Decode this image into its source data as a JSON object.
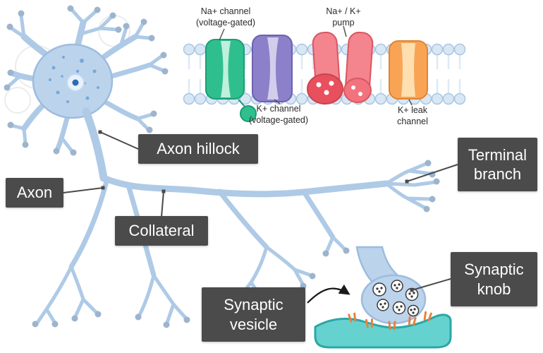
{
  "part_labels": {
    "axon_hillock": "Axon hillock",
    "axon": "Axon",
    "collateral": "Collateral",
    "terminal_branch": "Terminal\nbranch",
    "synaptic_vesicle": "Synaptic\nvesicle",
    "synaptic_knob": "Synaptic\nknob"
  },
  "membrane_inset": {
    "na_channel_label": "Na+ channel\n(voltage-gated)",
    "k_channel_label": "K+ channel\n(voltage-gated)",
    "pump_label": "Na+ / K+\npump",
    "k_leak_label": "K+ leak\nchannel"
  },
  "colors": {
    "neuron_fill": "#bcd3ec",
    "neuron_stroke": "#9dbcde",
    "branch_line": "#aecae6",
    "branch_tip": "#9db4cd",
    "label_box_bg": "#4b4b4b",
    "label_text": "#ffffff",
    "na_channel": "#2fbf8f",
    "k_channel": "#8b80c9",
    "pump": "#f4848d",
    "pump_dark": "#e8505e",
    "k_leak_channel": "#f9a455",
    "membrane_lipid": "#d9e7f5",
    "postsynaptic_bar": "#66d2cf",
    "postsynaptic_stroke": "#2aa7a5",
    "receptor": "#e8813c",
    "nucleolus": "#2a6db5"
  }
}
